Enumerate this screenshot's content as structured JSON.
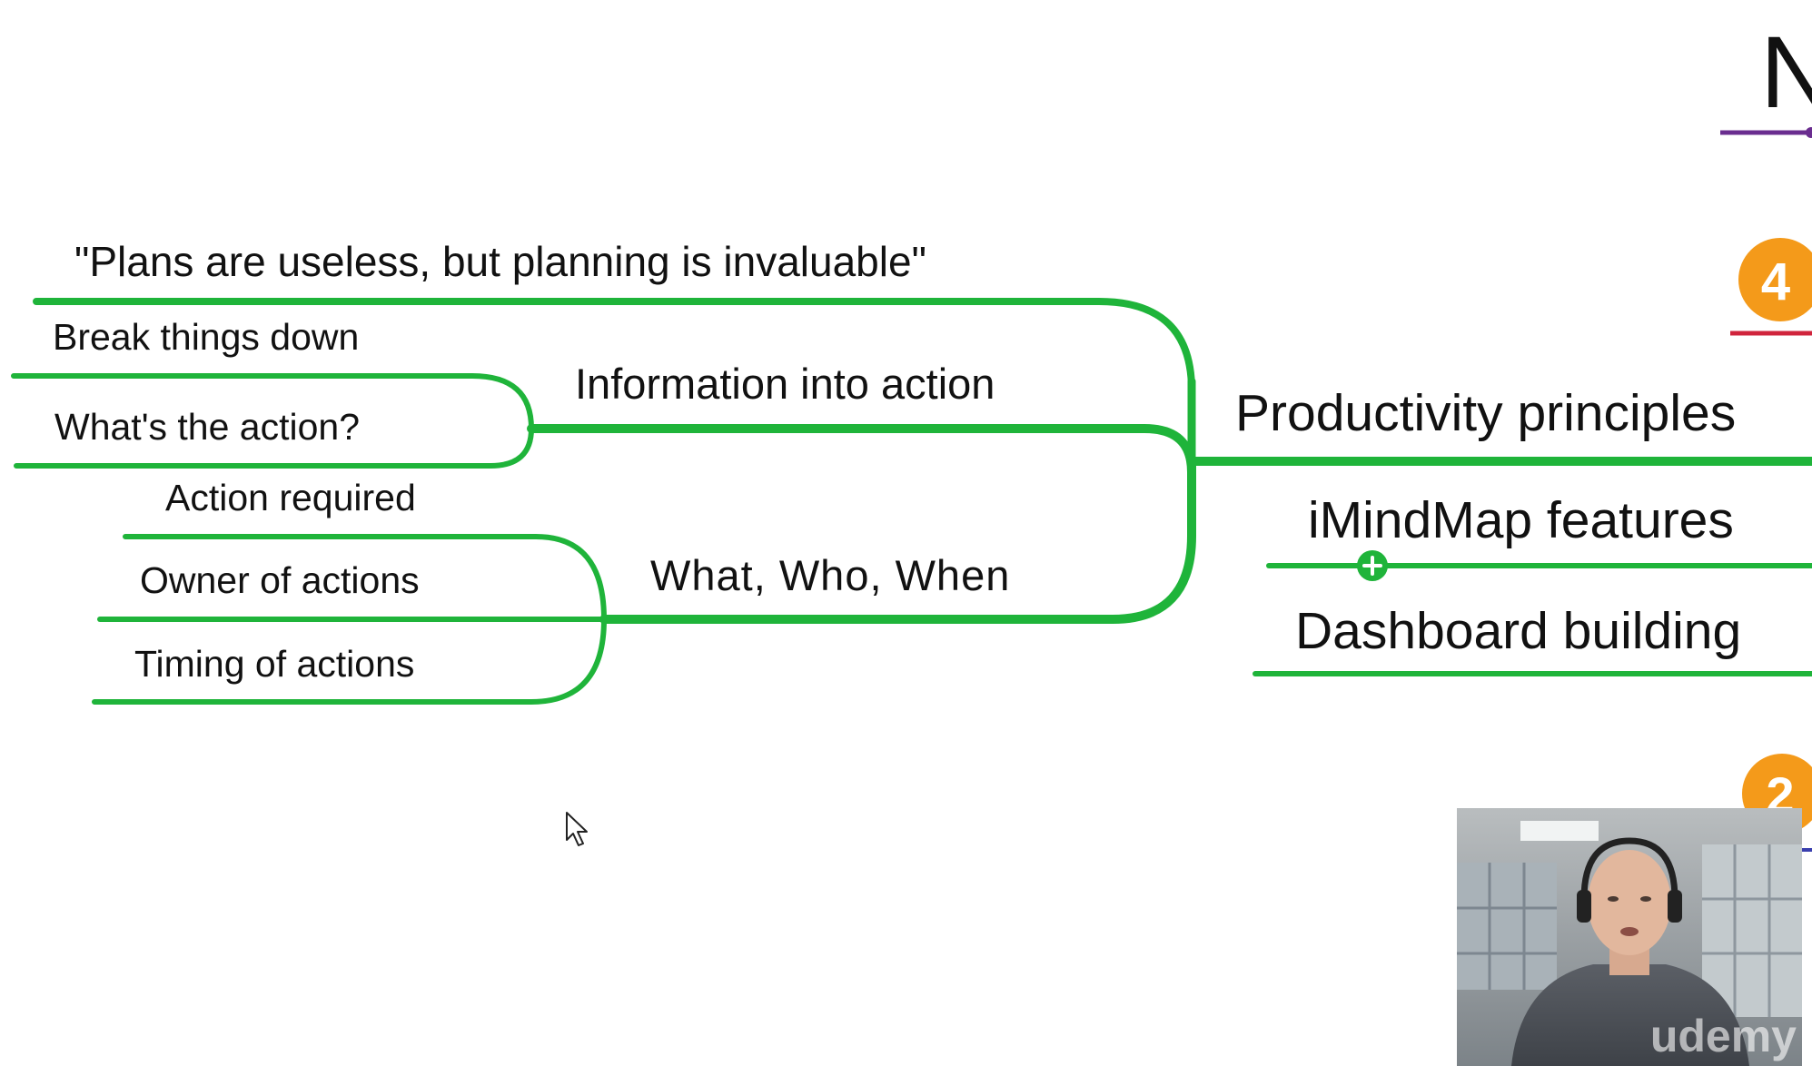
{
  "mindmap": {
    "quote": "\"Plans are useless, but planning is invaluable\"",
    "branches": {
      "information_into_action": {
        "label": "Information into action",
        "children": [
          "Break things down",
          "What's the action?"
        ]
      },
      "what_who_when": {
        "label": "What, Who, When",
        "children": [
          "Action required",
          "Owner of actions",
          "Timing of actions"
        ]
      }
    },
    "main_topics": [
      "Productivity principles",
      "iMindMap features",
      "Dashboard building"
    ],
    "edge_partial_letter": "N",
    "badges": [
      "4",
      "2"
    ]
  },
  "webcam": {
    "watermark": "udemy"
  },
  "colors": {
    "branch_green": "#1fb43a",
    "badge_orange": "#f49a1a",
    "accent_purple": "#6a2d8f",
    "accent_red": "#d0243c",
    "accent_blue": "#3a3fae"
  },
  "icons": [
    "plus-circle-icon",
    "mouse-cursor-icon"
  ]
}
